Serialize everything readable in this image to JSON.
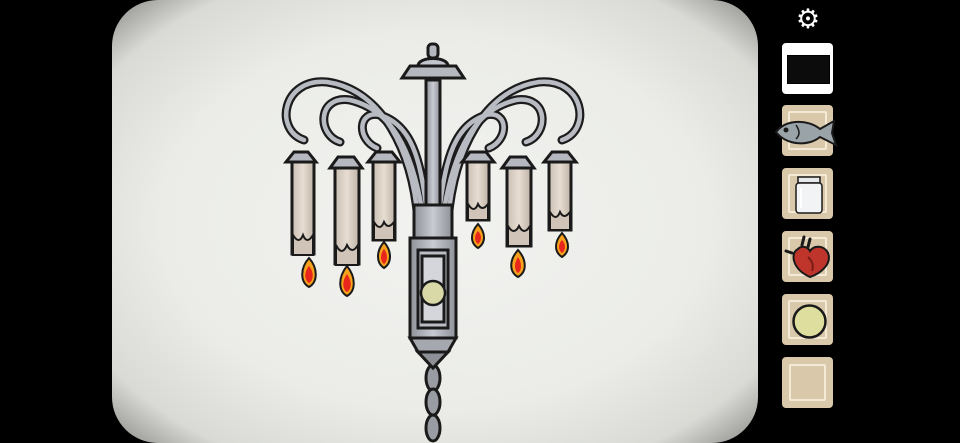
{
  "scene": {
    "name": "chandelier-closeup",
    "candles_lit": 6,
    "candle_color": "#dcd2c6",
    "flame_color": "#f7a21c",
    "metal_color": "#b9bbc3",
    "background_color": "#eeeeeb"
  },
  "toolbar": {
    "settings_icon": "gear-icon"
  },
  "inventory": {
    "slots": [
      {
        "item": "map-screen-icon",
        "selected": true
      },
      {
        "item": "fish-icon"
      },
      {
        "item": "glass-jar-icon"
      },
      {
        "item": "heart-organ-icon"
      },
      {
        "item": "yellow-orb-icon"
      },
      {
        "item": "empty"
      }
    ]
  }
}
